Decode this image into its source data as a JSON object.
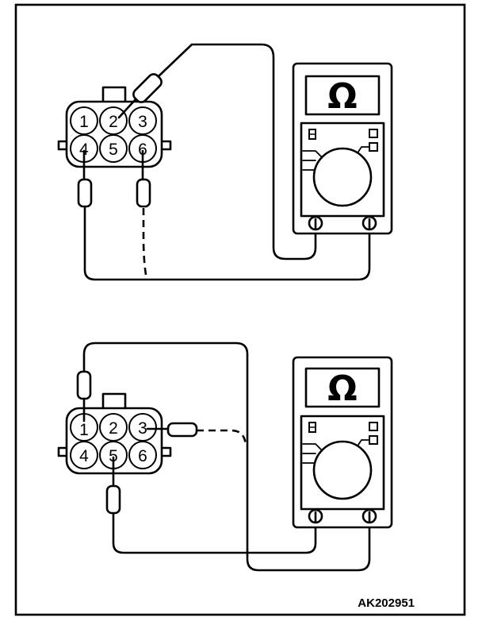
{
  "figure_code": "AK202951",
  "connector_pins": [
    "1",
    "2",
    "3",
    "4",
    "5",
    "6"
  ],
  "meter_symbol": "Ω",
  "icons": [
    "multimeter-icon",
    "connector-icon",
    "test-probe-icon"
  ]
}
